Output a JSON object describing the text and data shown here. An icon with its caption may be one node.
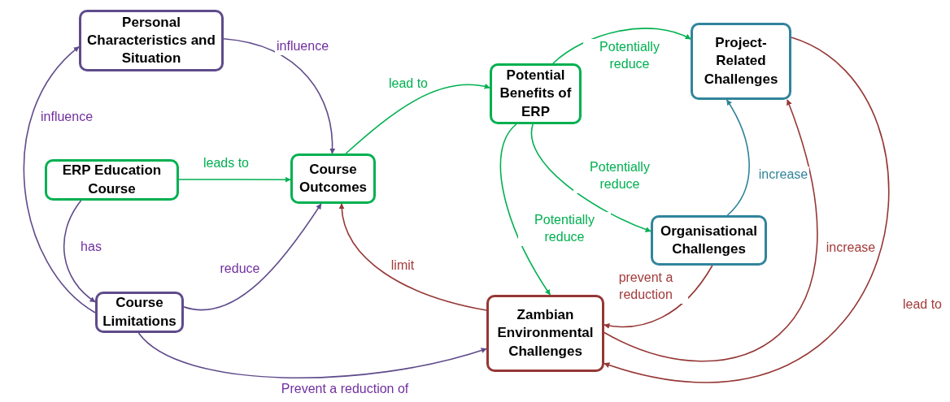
{
  "diagram": {
    "nodes": [
      {
        "text": [
          "Personal Characteristics and Situation"
        ]
      },
      {
        "text": [
          "ERP Education Course"
        ]
      },
      {
        "text": [
          "Course Outcomes"
        ]
      },
      {
        "text": [
          "Course Limitations"
        ]
      },
      {
        "text": [
          "Potential Benefits of ERP"
        ]
      },
      {
        "text": [
          "Project-Related Challenges"
        ]
      },
      {
        "text": [
          "Organisational Challenges"
        ]
      },
      {
        "text": [
          "Zambian Environmental Challenges"
        ]
      }
    ],
    "edges": [
      {
        "from": 0,
        "to": 2,
        "arrow": "to",
        "label": "influence"
      },
      {
        "from": 3,
        "to": 0,
        "arrow": "to",
        "label": "influence"
      },
      {
        "from": 1,
        "to": 2,
        "arrow": "to",
        "label": "leads to",
        "color": "#00b050"
      },
      {
        "from": 1,
        "to": 3,
        "arrow": "to",
        "label": "has"
      },
      {
        "from": 3,
        "to": 2,
        "arrow": "to",
        "label": "reduce"
      },
      {
        "from": 2,
        "to": 4,
        "arrow": "to",
        "label": "lead to",
        "color": "#00b050"
      },
      {
        "from": 4,
        "to": 5,
        "arrow": "to",
        "label": "Potentially reduce",
        "color": "#00b050"
      },
      {
        "from": 4,
        "to": 6,
        "arrow": "to",
        "label": "Potentially reduce",
        "color": "#00b050"
      },
      {
        "from": 4,
        "to": 7,
        "arrow": "to",
        "label": "Potentially reduce",
        "color": "#00b050"
      },
      {
        "from": 6,
        "to": 5,
        "arrow": "to",
        "label": "increase",
        "color": "#31849b"
      },
      {
        "from": 7,
        "to": 2,
        "arrow": "to",
        "label": "limit",
        "color": "#953735"
      },
      {
        "from": 3,
        "to": 7,
        "arrow": "to",
        "label": "Prevent a reduction of"
      },
      {
        "from": 6,
        "to": 7,
        "arrow": "to",
        "label": "prevent a reduction",
        "color": "#953735"
      },
      {
        "from": 7,
        "to": 5,
        "arrow": "to",
        "label": "increase",
        "color": "#953735"
      },
      {
        "from": 5,
        "to": 7,
        "arrow": "to",
        "label": "lead to",
        "color": "#953735"
      }
    ]
  }
}
